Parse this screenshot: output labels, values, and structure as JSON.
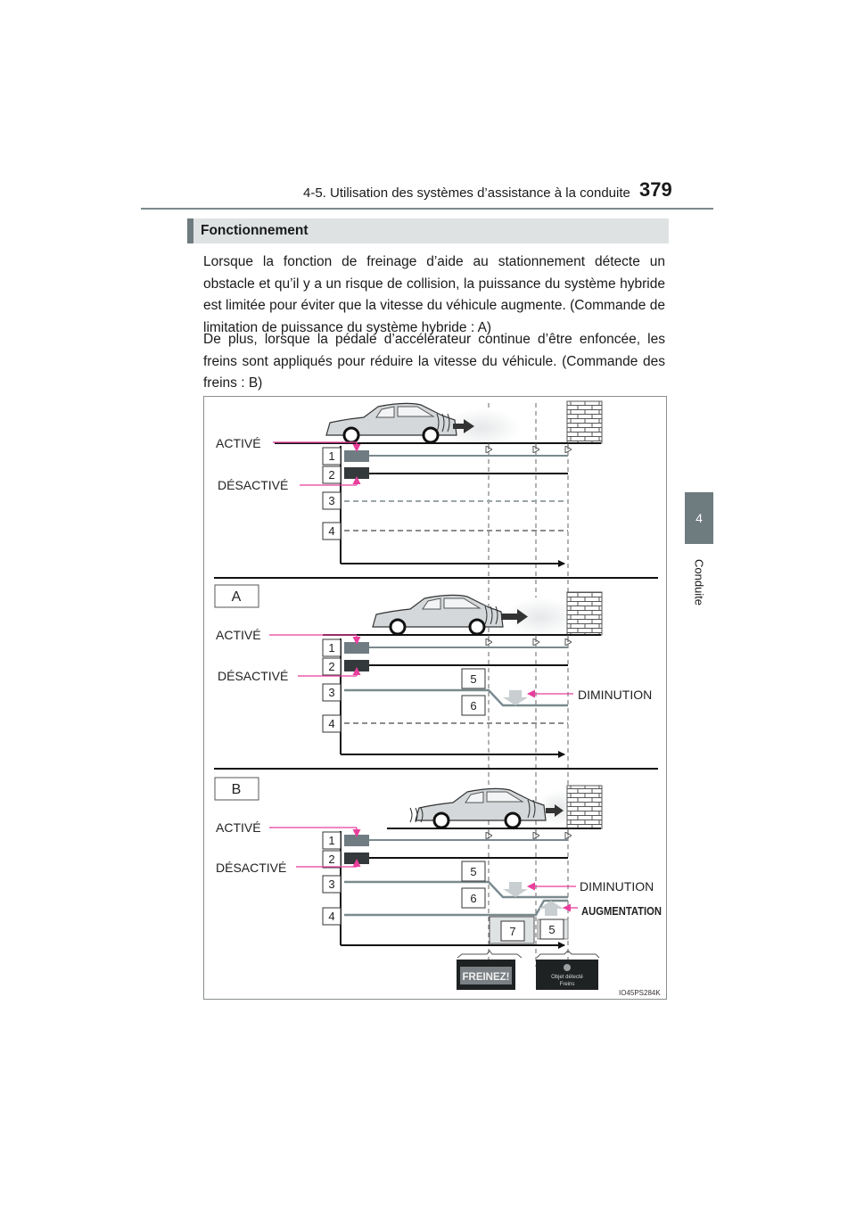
{
  "header": {
    "title": "4-5. Utilisation des systèmes d’assistance à la conduite",
    "page_number": "379"
  },
  "side_tab": {
    "number": "4",
    "label": "Conduite"
  },
  "section": {
    "title": "Fonctionnement"
  },
  "paragraphs": [
    "Lorsque la fonction de freinage d’aide au stationnement détecte un obstacle et qu’il y a un risque de collision, la puissance du système hybride est limitée pour éviter que la vitesse du véhicule augmente. (Commande de limitation de puissance du système hybride : A)",
    "De plus, lorsque la pédale d’accélérateur continue d’être enfoncée, les freins sont appliqués pour réduire la vitesse du véhicule. (Commande des freins : B)"
  ],
  "figure": {
    "labels": {
      "active": "ACTIVÉ",
      "inactive": "DÉSACTIVÉ",
      "decrease": "DIMINUTION",
      "increase": "AUGMENTATION",
      "panel_a": "A",
      "panel_b": "B"
    },
    "numbers": [
      "1",
      "2",
      "3",
      "4",
      "5",
      "6",
      "7"
    ],
    "screens": {
      "brake": "FREINEZ!",
      "obstacle_line1": "Objet détecté",
      "obstacle_line2": "Freins"
    },
    "code": "IO45PS284K",
    "colors": {
      "marker": "#e83e9c",
      "bar_light": "#6f7d82",
      "bar_dark": "#34393b",
      "line_grey": "#7a8a8e"
    }
  }
}
